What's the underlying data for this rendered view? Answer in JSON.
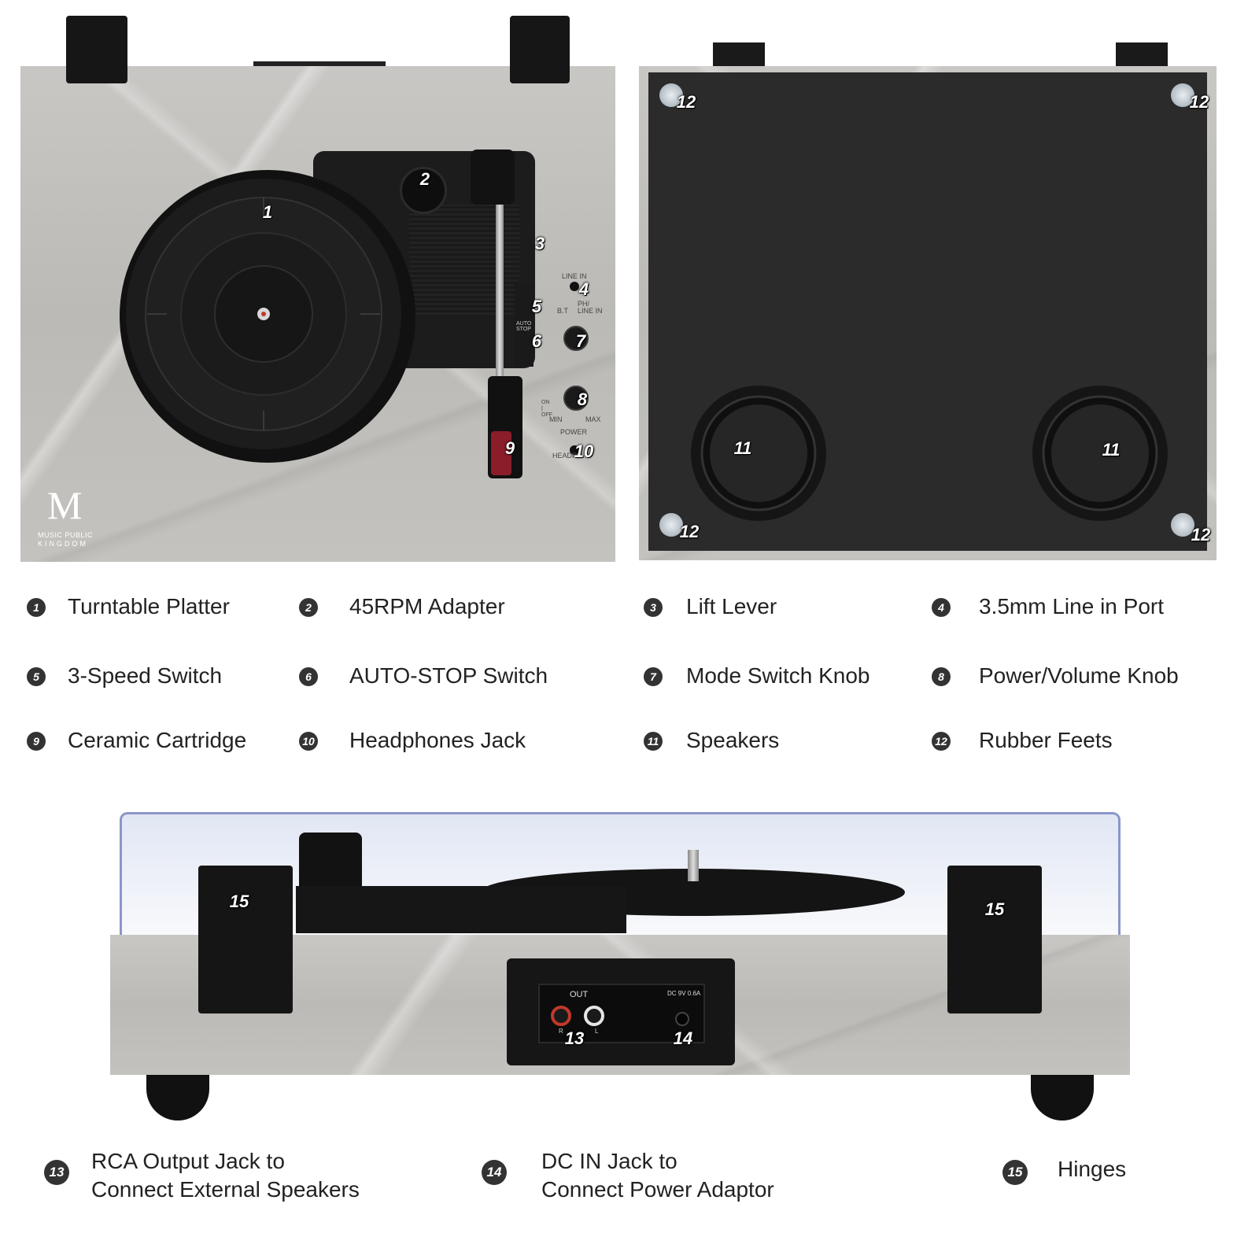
{
  "brand": {
    "line1": "MUSIC PUBLIC",
    "line2": "KINGDOM"
  },
  "panel_labels": {
    "line_in": "LINE IN",
    "bt": "B.T",
    "ph_line_in": "PH/\nLINE IN",
    "auto_stop": "AUTO STOP",
    "off": "OFF",
    "on": "ON",
    "on_off": "ON | OFF",
    "min": "MIN",
    "max": "MAX",
    "power": "POWER",
    "headp": "HEADP",
    "out": "OUT",
    "dc": "DC 9V 0.6A",
    "r": "R",
    "l": "L"
  },
  "callouts": {
    "c1": "1",
    "c2": "2",
    "c3": "3",
    "c4": "4",
    "c5": "5",
    "c6": "6",
    "c7": "7",
    "c8": "8",
    "c9": "9",
    "c10": "10",
    "c11": "11",
    "c12": "12",
    "c13": "13",
    "c14": "14",
    "c15": "15"
  },
  "legend": [
    {
      "num": "1",
      "label": "Turntable Platter"
    },
    {
      "num": "2",
      "label": "45RPM Adapter"
    },
    {
      "num": "3",
      "label": "Lift Lever"
    },
    {
      "num": "4",
      "label": "3.5mm Line in Port"
    },
    {
      "num": "5",
      "label": "3-Speed Switch"
    },
    {
      "num": "6",
      "label": "AUTO-STOP Switch"
    },
    {
      "num": "7",
      "label": "Mode Switch Knob"
    },
    {
      "num": "8",
      "label": "Power/Volume Knob"
    },
    {
      "num": "9",
      "label": "Ceramic Cartridge"
    },
    {
      "num": "10",
      "label": "Headphones Jack"
    },
    {
      "num": "11",
      "label": "Speakers"
    },
    {
      "num": "12",
      "label": "Rubber Feets"
    }
  ],
  "bottom_legend": [
    {
      "num": "13",
      "label": "RCA Output Jack to\nConnect External Speakers"
    },
    {
      "num": "14",
      "label": "DC IN Jack to\nConnect Power Adaptor"
    },
    {
      "num": "15",
      "label": "Hinges"
    }
  ],
  "colors": {
    "marble": "#c4c2be",
    "black_panel": "#2a2a2a",
    "platter": "#1a1a1a",
    "badge": "#333333"
  }
}
